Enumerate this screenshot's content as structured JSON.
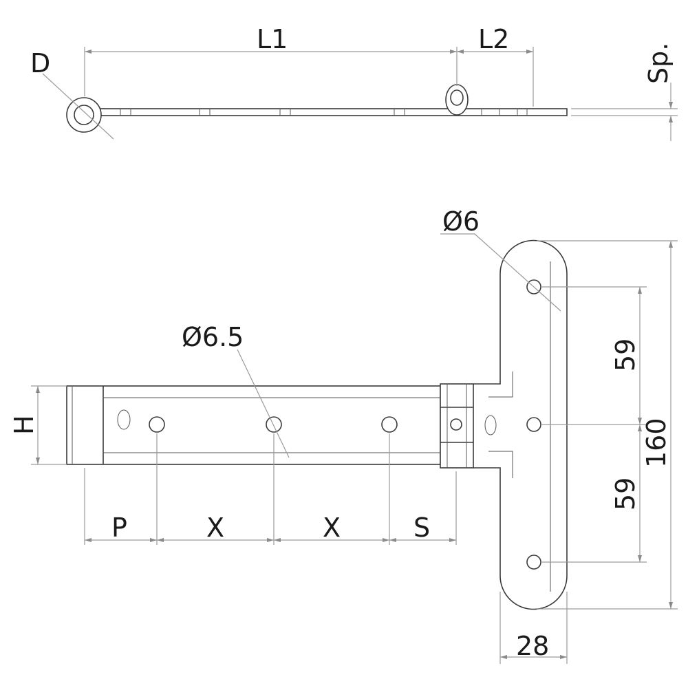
{
  "top_view": {
    "D": "D",
    "L1": "L1",
    "L2": "L2",
    "Sp": "Sp."
  },
  "front_view": {
    "hole_plate": "Ø6",
    "hole_strap": "Ø6.5",
    "H": "H",
    "P": "P",
    "X1": "X",
    "X2": "X",
    "S": "S",
    "spacing_upper": "59",
    "spacing_lower": "59",
    "height": "160",
    "width": "28"
  },
  "colors": {
    "line": "#3a3a3a",
    "dimension": "#9a9a9a"
  }
}
